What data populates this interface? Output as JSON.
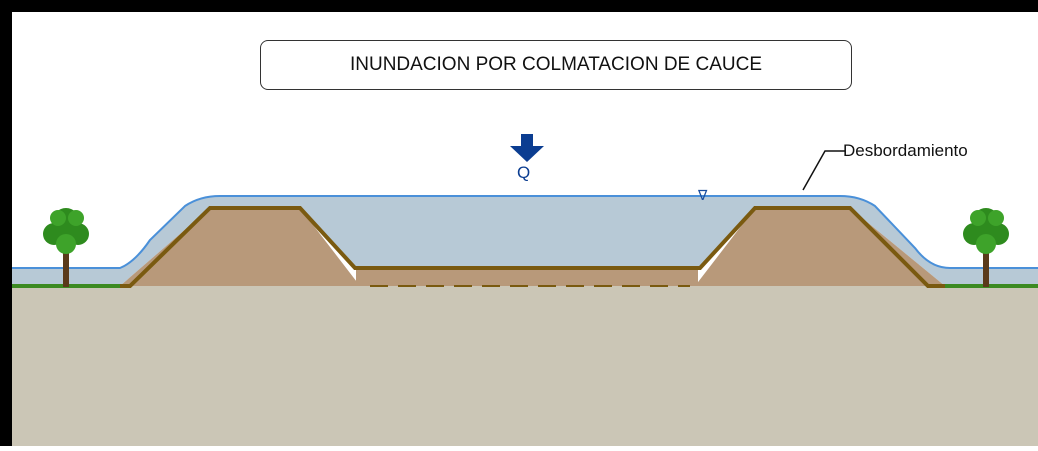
{
  "title": "INUNDACION POR COLMATACION DE CAUCE",
  "flow_label": "Q",
  "overflow_label": "Desbordamiento",
  "water_level_symbol": "∇",
  "colors": {
    "frame": "#000000",
    "sky": "#ffffff",
    "water": "#b7c9d6",
    "water_line": "#4a90d9",
    "embankment": "#b8997a",
    "embankment_edge": "#7a5a10",
    "ground": "#cbc6b6",
    "grass": "#3c8a22",
    "tree_trunk": "#5a3a1a",
    "tree_leaves": "#2e8b1e",
    "arrow": "#0b3d91"
  }
}
